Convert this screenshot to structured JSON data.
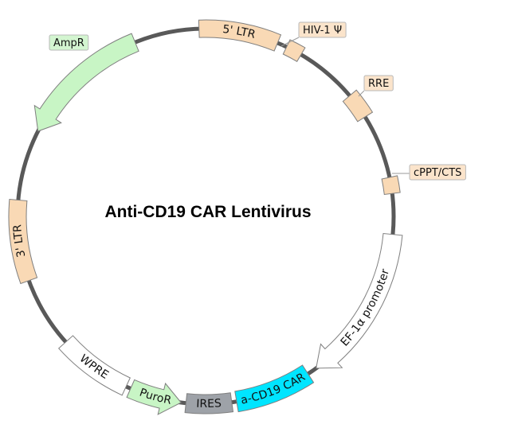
{
  "title": "Anti-CD19 CAR Lentivirus",
  "colors": {
    "backbone": "#595959",
    "ltr": "#f9d9b5",
    "element": "#f9d9b5",
    "promoter": "#ffffff",
    "car": "#00e5ff",
    "ires": "#9ea2a8",
    "marker": "#c8f5c5",
    "wpre": "#ffffff",
    "callout_fill": "#fbe4cb",
    "ampr_callout_fill": "#d3f5d0"
  },
  "features": {
    "ltr5": {
      "label": "5' LTR",
      "color": "#f9d9b5"
    },
    "hiv_psi": {
      "label": "HIV-1 Ψ",
      "color": "#f9d9b5"
    },
    "rre": {
      "label": "RRE",
      "color": "#f9d9b5"
    },
    "cppt": {
      "label": "cPPT/CTS",
      "color": "#f9d9b5"
    },
    "ef1a": {
      "label": "EF-1α promoter",
      "color": "#ffffff"
    },
    "car": {
      "label": "a-CD19 CAR",
      "color": "#00e5ff"
    },
    "ires": {
      "label": "IRES",
      "color": "#9ea2a8"
    },
    "puror": {
      "label": "PuroR",
      "color": "#c8f5c5"
    },
    "wpre": {
      "label": "WPRE",
      "color": "#ffffff"
    },
    "ltr3": {
      "label": "3' LTR",
      "color": "#f9d9b5"
    },
    "ampr": {
      "label": "AmpR",
      "color": "#c8f5c5"
    }
  }
}
